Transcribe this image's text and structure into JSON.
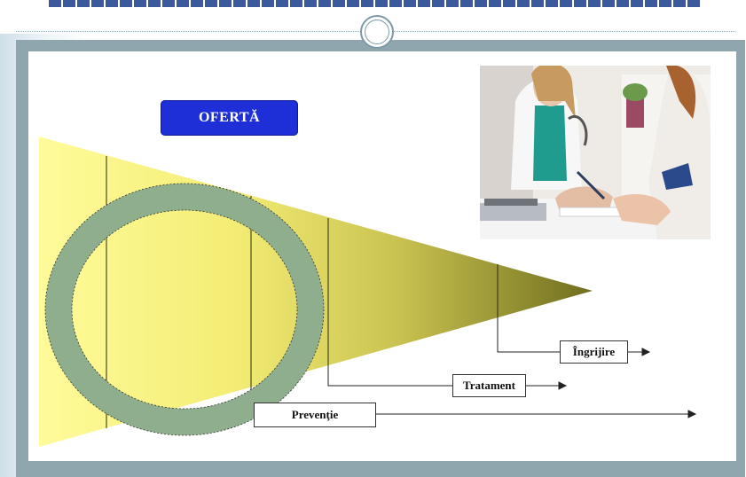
{
  "offer": {
    "label": "OFERTĂ"
  },
  "stages": [
    {
      "key": "ingrijire",
      "label": "Îngrijire"
    },
    {
      "key": "tratament",
      "label": "Tratament"
    },
    {
      "key": "preventie",
      "label": "Prevenţie"
    }
  ],
  "photo": {
    "subject": "doctor-consultation-photo"
  },
  "colors": {
    "badge": "#1f2fd8",
    "cone_start": "#fffb9a",
    "cone_end": "#6f6e1f",
    "ring": "#8fae8d",
    "frame": "#8fa6ae"
  }
}
